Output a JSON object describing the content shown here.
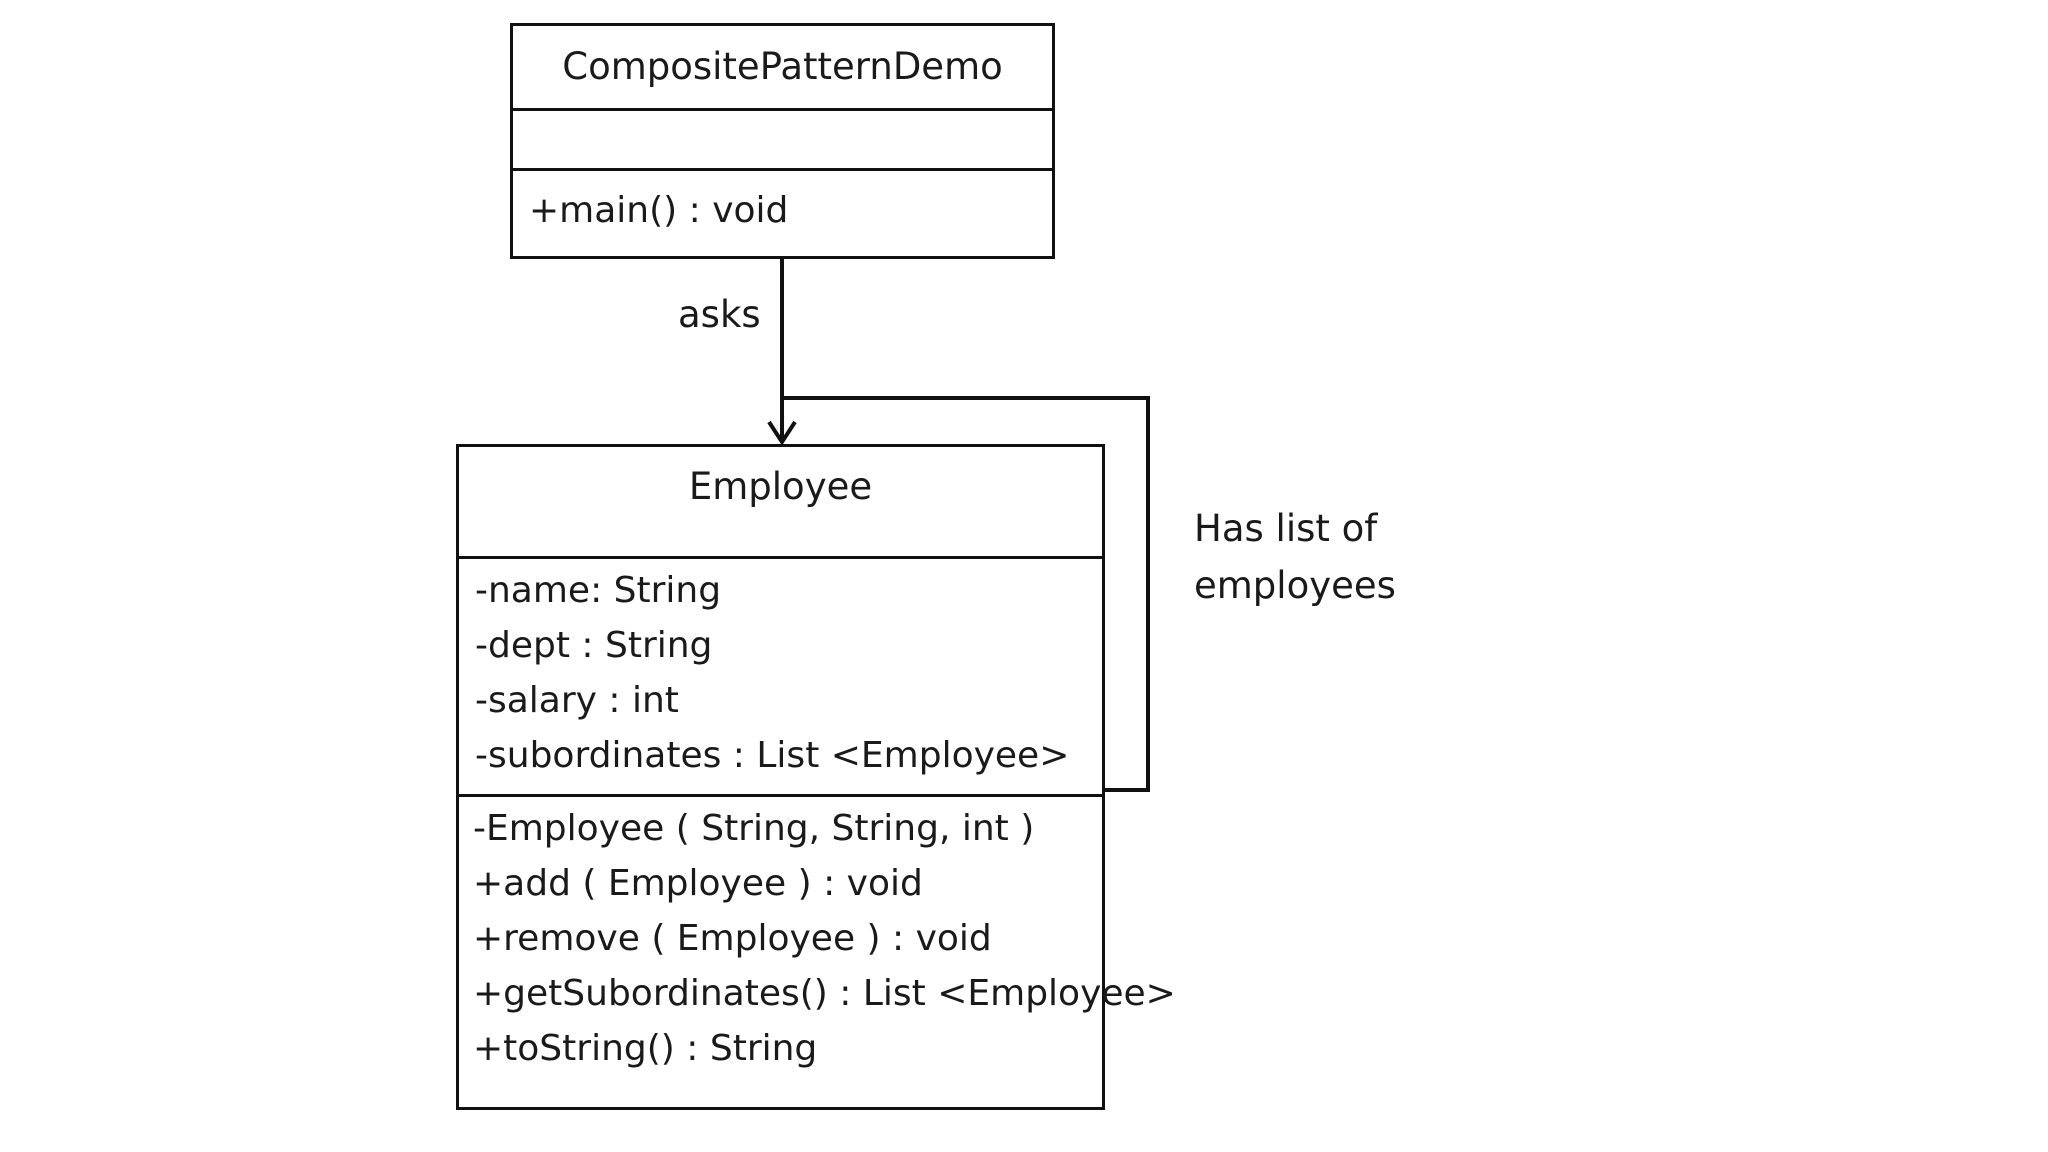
{
  "diagram": {
    "composite_demo": {
      "name": "CompositePatternDemo",
      "attributes": [],
      "operations": [
        "+main() : void"
      ]
    },
    "employee": {
      "name": "Employee",
      "attributes": [
        "-name:  String",
        "-dept : String",
        "-salary : int",
        "-subordinates  : List <Employee>"
      ],
      "operations": [
        "-Employee  ( String, String, int )",
        "+add ( Employee ) : void",
        "+remove ( Employee ) : void",
        "+getSubordinates() : List <Employee>",
        "+toString()  : String"
      ]
    },
    "relations": {
      "asks_label": "asks",
      "self_label_line1": "Has list of",
      "self_label_line2": "employees"
    },
    "colors": {
      "line": "#111111",
      "background": "#ffffff",
      "text": "#1a1a1a"
    }
  }
}
